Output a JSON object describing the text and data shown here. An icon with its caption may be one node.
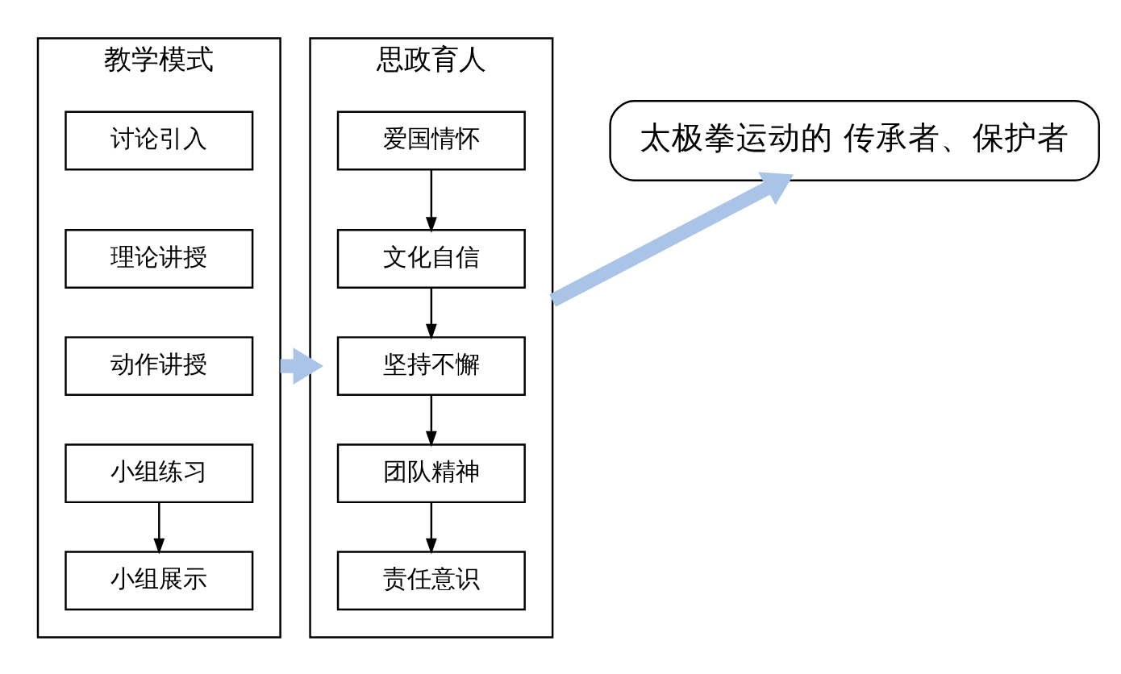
{
  "diagram": {
    "nodes": [
      {
        "text": [
          "教学模式"
        ]
      },
      {
        "text": [
          "讨论引入"
        ],
        "in": 0
      },
      {
        "text": [
          "理论讲授"
        ],
        "in": 0
      },
      {
        "text": [
          "动作讲授"
        ],
        "in": 0
      },
      {
        "text": [
          "小组练习"
        ],
        "in": 0
      },
      {
        "text": [
          "小组展示"
        ],
        "in": 0
      },
      {
        "text": [
          "思政育人"
        ]
      },
      {
        "text": [
          "爱国情怀"
        ],
        "in": 6
      },
      {
        "text": [
          "文化自信"
        ],
        "in": 6
      },
      {
        "text": [
          "坚持不懈"
        ],
        "in": 6
      },
      {
        "text": [
          "团队精神"
        ],
        "in": 6
      },
      {
        "text": [
          "责任意识"
        ],
        "in": 6
      },
      {
        "text": [
          "太极拳运动的 传承者、保护者"
        ]
      }
    ],
    "edges": [
      {
        "from": 4,
        "to": 5,
        "arrow": "to"
      },
      {
        "from": 7,
        "to": 8,
        "arrow": "to"
      },
      {
        "from": 8,
        "to": 9,
        "arrow": "to"
      },
      {
        "from": 9,
        "to": 10,
        "arrow": "to"
      },
      {
        "from": 10,
        "to": 11,
        "arrow": "to"
      },
      {
        "from": 0,
        "to": 6,
        "arrow": "to",
        "style": "thick",
        "color": "#a9c4e6"
      },
      {
        "from": 6,
        "to": 12,
        "arrow": "to",
        "style": "thick",
        "color": "#a9c4e6"
      }
    ]
  }
}
